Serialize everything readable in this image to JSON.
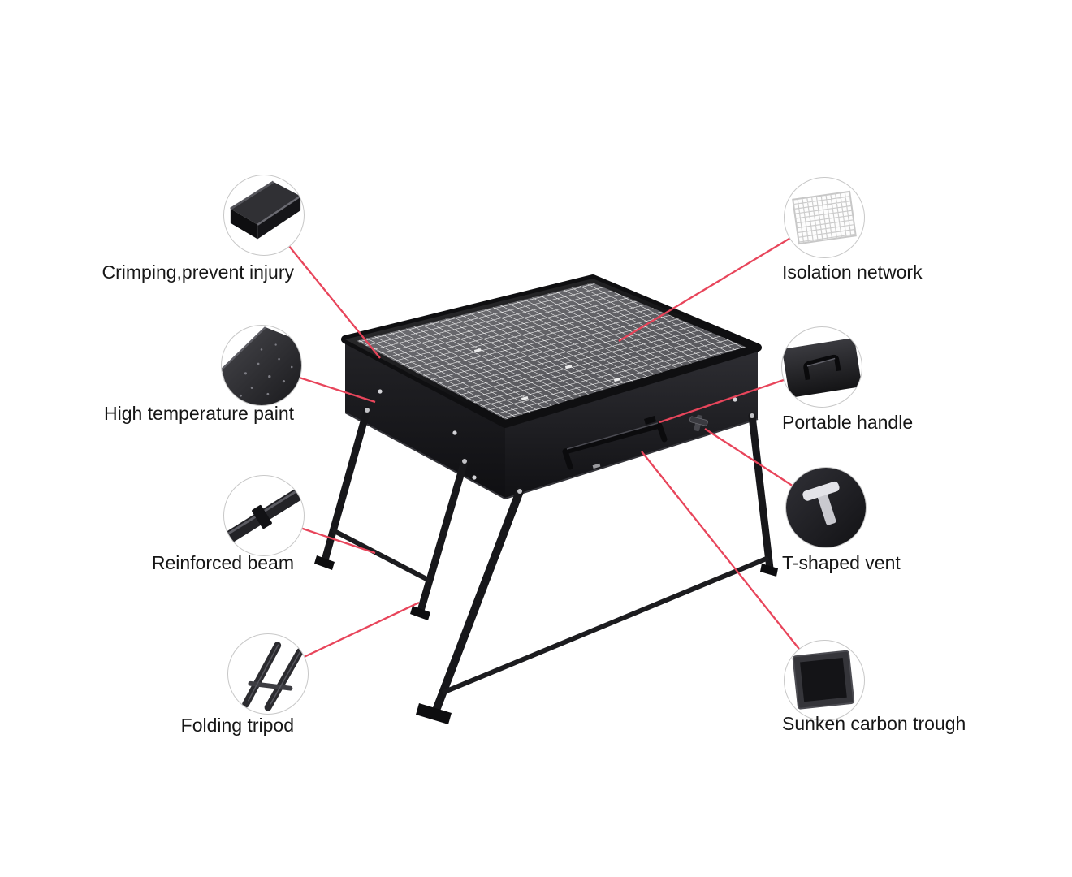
{
  "meta": {
    "accent_color": "#e8455b",
    "background_color": "#ffffff",
    "subject": "Portable folding charcoal BBQ grill feature diagram"
  },
  "features_left": [
    {
      "label": "Crimping,prevent injury",
      "icon": "crimped-edge-icon"
    },
    {
      "label": "High temperature paint",
      "icon": "paint-texture-icon"
    },
    {
      "label": "Reinforced beam",
      "icon": "beam-icon"
    },
    {
      "label": "Folding tripod",
      "icon": "tripod-icon"
    }
  ],
  "features_right": [
    {
      "label": "Isolation network",
      "icon": "mesh-grid-icon"
    },
    {
      "label": "Portable handle",
      "icon": "handle-icon"
    },
    {
      "label": "T-shaped vent",
      "icon": "t-vent-icon"
    },
    {
      "label": "Sunken carbon trough",
      "icon": "carbon-tray-icon"
    }
  ]
}
